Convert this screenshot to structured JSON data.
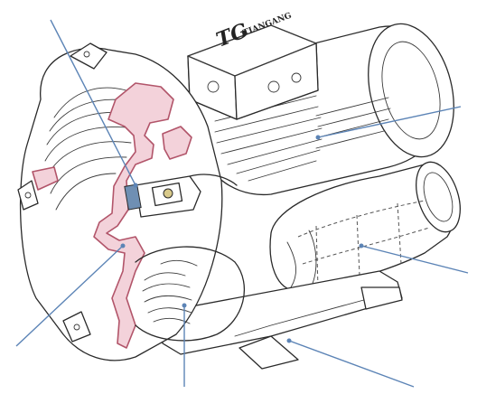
{
  "diagram": {
    "brand_logo": {
      "mark": "TG",
      "wordmark": "TIANGANG"
    },
    "leader_color": "#5c84b6",
    "cutaway_color": "#f3d2da",
    "callouts": [
      {
        "id": "top-left",
        "label": ""
      },
      {
        "id": "motor",
        "label": ""
      },
      {
        "id": "muffler",
        "label": ""
      },
      {
        "id": "lower-left",
        "label": ""
      },
      {
        "id": "impeller",
        "label": ""
      },
      {
        "id": "base",
        "label": ""
      }
    ]
  }
}
